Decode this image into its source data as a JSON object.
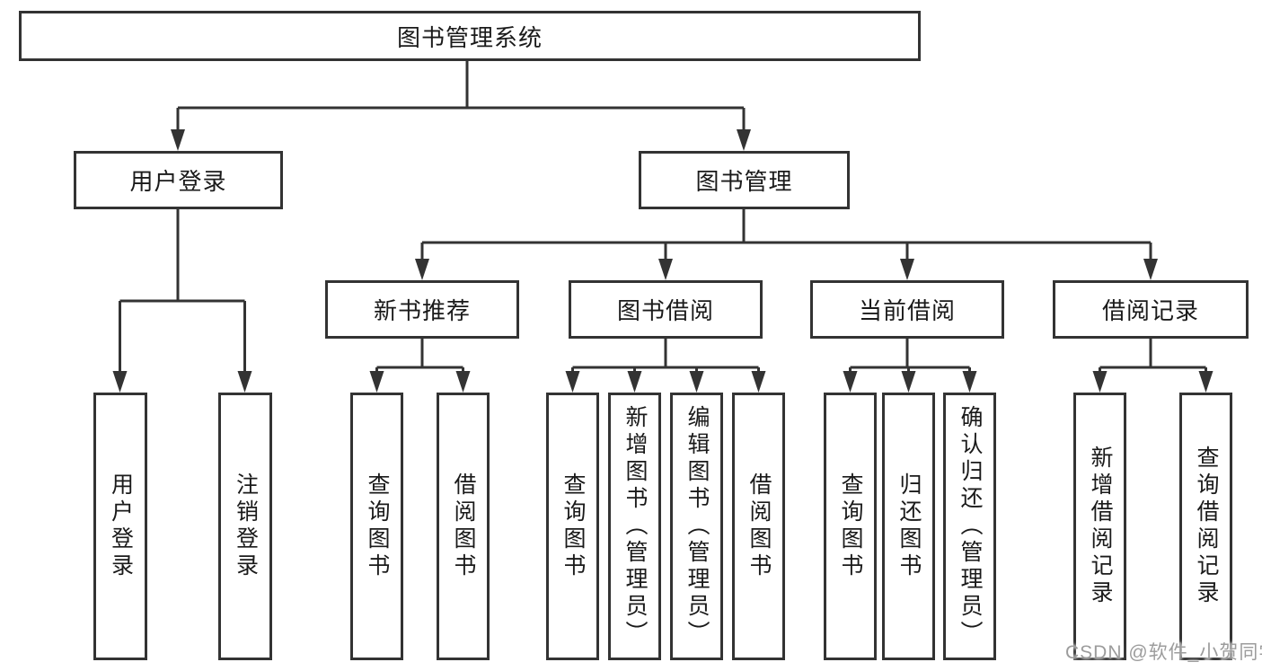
{
  "tree": {
    "root": "图书管理系统",
    "branches": [
      {
        "label": "用户登录",
        "leaves": [
          "用户登录",
          "注销登录"
        ]
      },
      {
        "label": "图书管理",
        "children": [
          {
            "label": "新书推荐",
            "leaves": [
              "查询图书",
              "借阅图书"
            ]
          },
          {
            "label": "图书借阅",
            "leaves": [
              "查询图书",
              "新增图书（管理员）",
              "编辑图书（管理员）",
              "借阅图书"
            ]
          },
          {
            "label": "当前借阅",
            "leaves": [
              "查询图书",
              "归还图书",
              "确认归还（管理员）"
            ]
          },
          {
            "label": "借阅记录",
            "leaves": [
              "新增借阅记录",
              "查询借阅记录"
            ]
          }
        ]
      }
    ]
  },
  "watermark": "CSDN @软件_小贺同学",
  "colors": {
    "line": "#333333",
    "text": "#1a1a1a",
    "watermark": "#9c9c9c",
    "background": "#ffffff"
  }
}
